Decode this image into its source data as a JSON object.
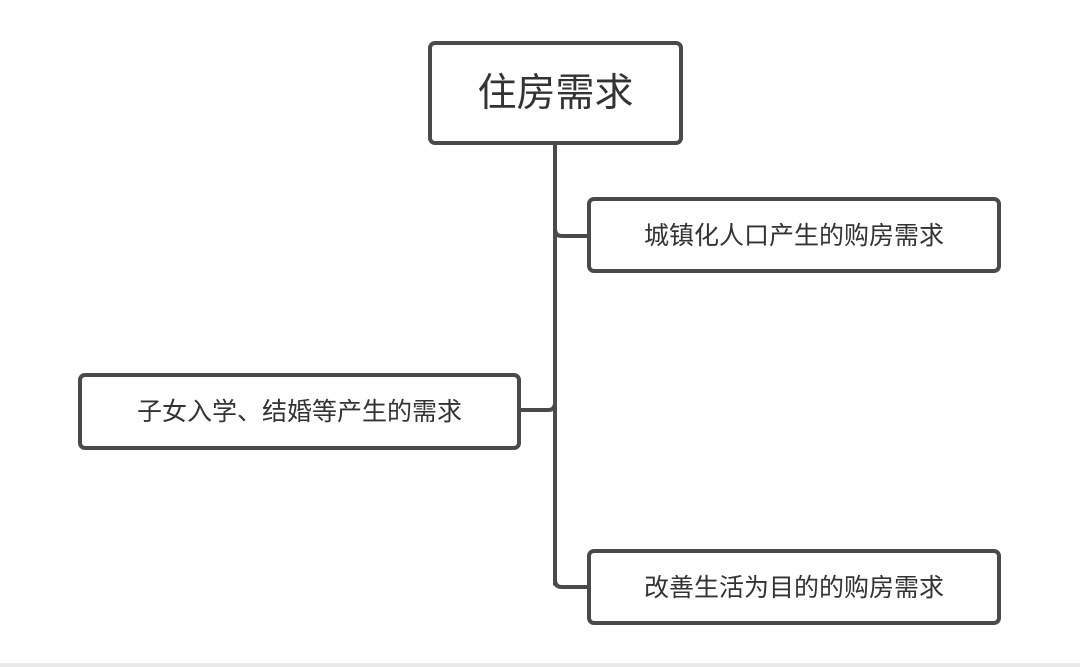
{
  "diagram": {
    "root": {
      "label": "住房需求"
    },
    "children": [
      {
        "label": "城镇化人口产生的购房需求"
      },
      {
        "label": "子女入学、结婚等产生的需求"
      },
      {
        "label": "改善生活为目的的购房需求"
      }
    ]
  },
  "colors": {
    "stroke": "#4a4a4a",
    "text": "#333333",
    "background": "#ffffff"
  }
}
